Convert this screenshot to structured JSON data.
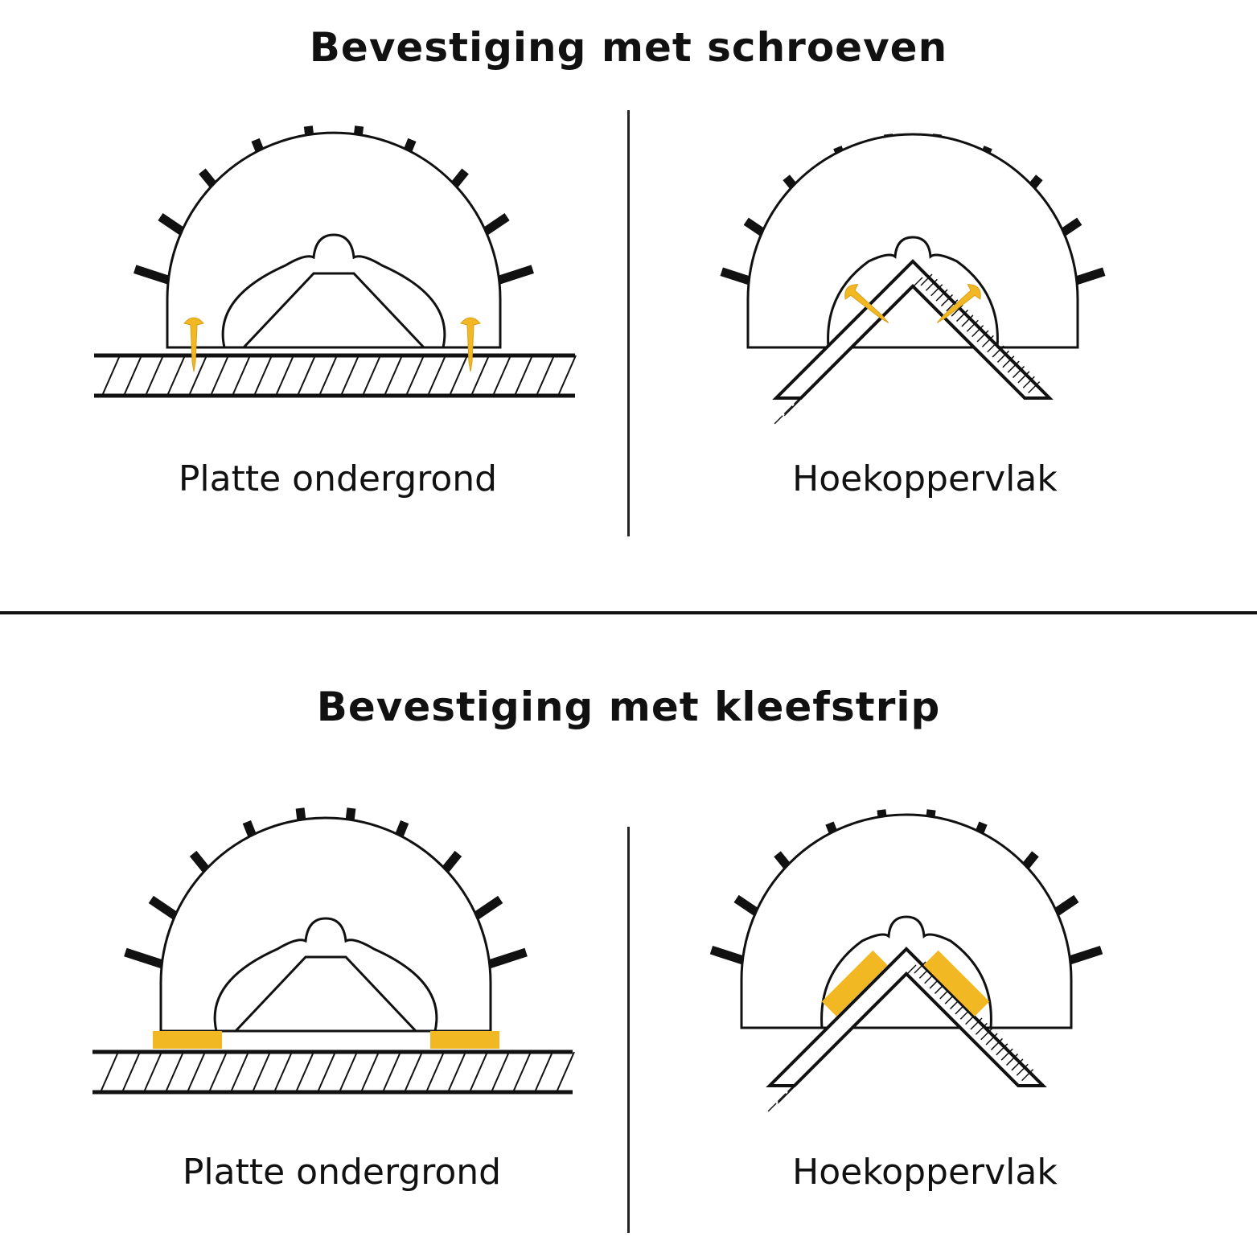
{
  "sections": [
    {
      "title": "Bevestiging met schroeven",
      "method": "screw",
      "panels": [
        {
          "caption": "Platte ondergrond",
          "surface": "flat",
          "fastener_icon": "screw-icon"
        },
        {
          "caption": "Hoekoppervlak",
          "surface": "corner",
          "fastener_icon": "screw-icon"
        }
      ]
    },
    {
      "title": "Bevestiging met kleefstrip",
      "method": "adhesive",
      "panels": [
        {
          "caption": "Platte ondergrond",
          "surface": "flat",
          "fastener_icon": "adhesive-strip-icon"
        },
        {
          "caption": "Hoekoppervlak",
          "surface": "corner",
          "fastener_icon": "adhesive-strip-icon"
        }
      ]
    }
  ],
  "colors": {
    "accent": "#F2B824",
    "line": "#111111",
    "background": "#FFFFFF"
  }
}
